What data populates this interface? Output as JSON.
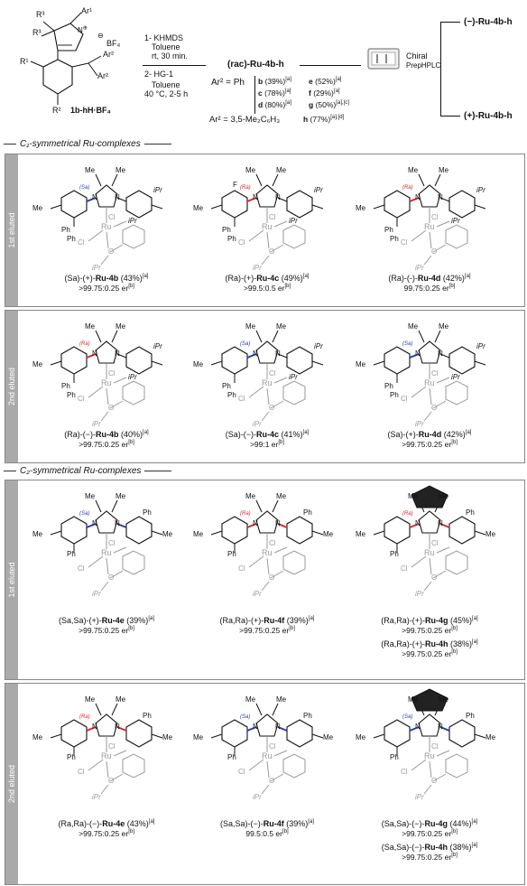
{
  "scheme": {
    "r3a": "R³",
    "r3b": "R³",
    "ar1": "Ar¹",
    "bf4": "BF₄",
    "r1": "R¹",
    "ar2a": "Ar²",
    "ar2b": "Ar²",
    "r2": "R²",
    "substrate": "1b-hH·BF₄",
    "step1": "1- KHMDS",
    "step1_solvent": "Toluene",
    "step1_cond": "rt, 30 min.",
    "step2": "2- HG-1",
    "step2_solvent": "Toluene",
    "step2_cond": "40 °C, 2-5 h",
    "product": "(rac)-Ru-4b-h",
    "ar2_ph": "Ar² = Ph",
    "yields": [
      {
        "key": "b",
        "value": "(39%)",
        "note": "[a]"
      },
      {
        "key": "c",
        "value": "(78%)",
        "note": "[a]"
      },
      {
        "key": "d",
        "value": "(80%)",
        "note": "[a]"
      },
      {
        "key": "e",
        "value": "(52%)",
        "note": "[a]"
      },
      {
        "key": "f",
        "value": "(29%)",
        "note": "[a]"
      },
      {
        "key": "g",
        "value": "(50%)",
        "note": "[a],[c]"
      }
    ],
    "ar2_mes": "Ar² = 3,5-Me₂C₆H₃",
    "h_key": "h",
    "h_value": "(77%)",
    "h_note": "[a],[d]",
    "chiral_label": "Chiral",
    "hplc_label": "PrepHPLC",
    "out_minus": "(−)-Ru-4b-h",
    "out_plus": "(+)-Ru-4b-h"
  },
  "sections": {
    "c1": "C₁-symmetrical Ru-complexes",
    "c2": "C₂-symmetrical Ru-complexes"
  },
  "panels": [
    {
      "side": "1st eluted",
      "cells": [
        {
          "cap": "(Sa)-(+)-Ru-4b (43%)[a]",
          "er": ">99.75:0.25 er[b]"
        },
        {
          "cap": "(Ra)-(+)-Ru-4c (49%)[a]",
          "er": ">99.5:0.5 er[b]"
        },
        {
          "cap": "(Ra)-(-)-Ru-4d (42%)[a]",
          "er": "99.75:0.25 er[b]"
        }
      ]
    },
    {
      "side": "2nd eluted",
      "cells": [
        {
          "cap": "(Ra)-(−)-Ru-4b (40%)[a]",
          "er": ">99.75:0.25 er[b]"
        },
        {
          "cap": "(Sa)-(−)-Ru-4c (41%)[a]",
          "er": ">99:1 er[b]"
        },
        {
          "cap": "(Sa)-(+)-Ru-4d (42%)[a]",
          "er": ">99.75:0.25 er[b]"
        }
      ]
    },
    {
      "side": "1st eluted",
      "cells": [
        {
          "cap": "(Sa,Sa)-(+)-Ru-4e (39%)[a]",
          "er": ">99.75:0.25 er[b]"
        },
        {
          "cap": "(Ra,Ra)-(+)-Ru-4f (39%)[a]",
          "er": ">99.75:0.25 er[b]"
        },
        {
          "cap": "(Ra,Ra)-(+)-Ru-4g (45%)[a]",
          "er": ">99.75:0.25 er[b]",
          "cap2": "(Ra,Ra)-(+)-Ru-4h (38%)[a]",
          "er2": ">99.75:0.25 er[b]"
        }
      ]
    },
    {
      "side": "2nd eluted",
      "cells": [
        {
          "cap": "(Ra,Ra)-(−)-Ru-4e (43%)[a]",
          "er": ">99.75:0.25 er[b]"
        },
        {
          "cap": "(Sa,Sa)-(−)-Ru-4f (39%)[a]",
          "er": "99.5:0.5 er[b]"
        },
        {
          "cap": "(Sa,Sa)-(−)-Ru-4g (44%)[a]",
          "er": ">99.75:0.25 er[b]",
          "cap2": "(Sa,Sa)-(−)-Ru-4h (38%)[a]",
          "er2": ">99.75:0.25 er[b]"
        }
      ]
    }
  ],
  "atoms": {
    "me": "Me",
    "ph": "Ph",
    "ipr": "iPr",
    "f": "F",
    "n": "N",
    "ru": "Ru",
    "cl": "Cl",
    "o": "O",
    "ar": "Ar",
    "ra": "(Ra)",
    "sa": "(Sa)"
  },
  "colors": {
    "ra_bond": "#d8262b",
    "sa_bond": "#2a3ab0",
    "panel_side": "#aaaaaa",
    "ligand_gray": "#9a9a9a"
  }
}
